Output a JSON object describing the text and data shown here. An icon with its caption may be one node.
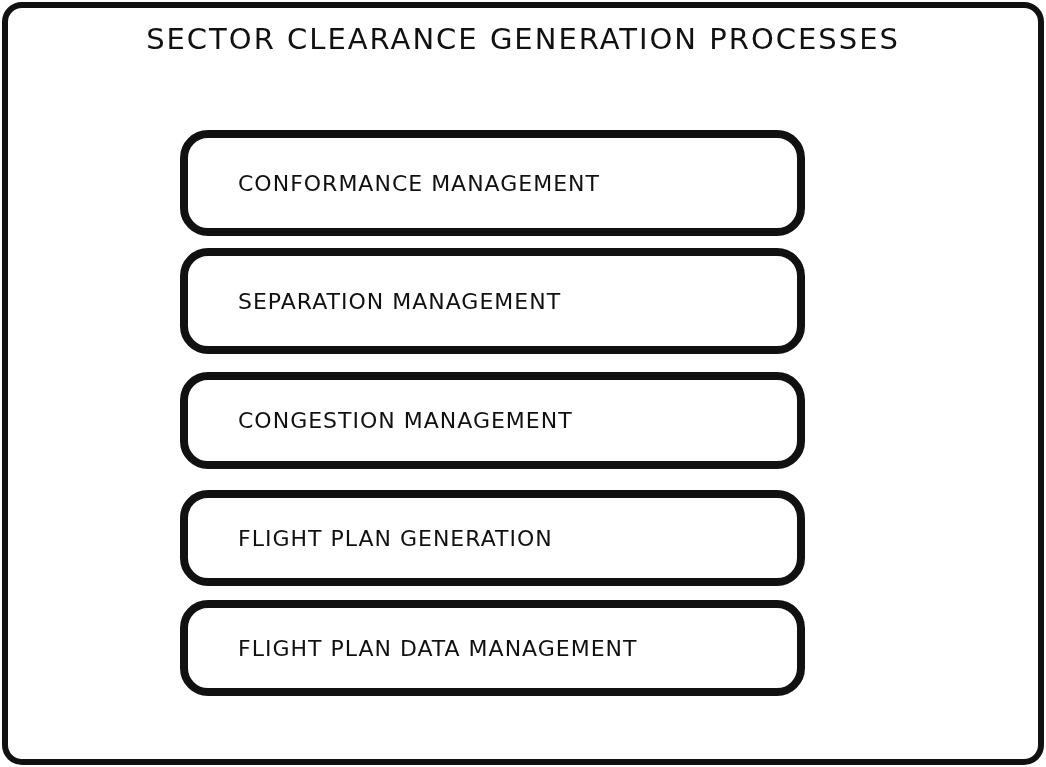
{
  "diagram": {
    "nodes": [
      {
        "text": [
          "SECTOR CLEARANCE GENERATION PROCESSES"
        ]
      },
      {
        "text": [
          "CONFORMANCE MANAGEMENT"
        ],
        "in": 0
      },
      {
        "text": [
          "SEPARATION MANAGEMENT"
        ],
        "in": 0
      },
      {
        "text": [
          "CONGESTION MANAGEMENT"
        ],
        "in": 0
      },
      {
        "text": [
          "FLIGHT PLAN GENERATION"
        ],
        "in": 0
      },
      {
        "text": [
          "FLIGHT PLAN DATA MANAGEMENT"
        ],
        "in": 0
      }
    ]
  }
}
